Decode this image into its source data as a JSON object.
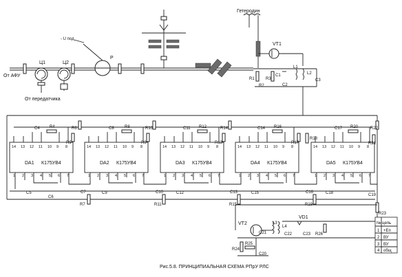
{
  "caption": "Рис.5.8. ПРИНЦИПИАЛЬНАЯ СХЕМА РПрУ РЛС",
  "labels": {
    "from_antenna": "От АФУ",
    "from_transmitter": "От передатчика",
    "supply_label": "- U под",
    "heterodyne": "Гетеродин",
    "u1": "Ц1",
    "u2": "Ц2",
    "p": "Р",
    "vt1": "VT1",
    "vt2": "VT2",
    "vd1": "VD1",
    "l1": "L1",
    "l2": "L2",
    "l3": "L3",
    "l4": "L4"
  },
  "chips": [
    {
      "name": "DA1",
      "type": "К175УВ4",
      "pins_top": [
        "14",
        "13",
        "12",
        "11",
        "10",
        "9",
        "8"
      ],
      "pins_bottom": [
        "1",
        "2",
        "3",
        "4",
        "5",
        "6",
        "7"
      ]
    },
    {
      "name": "DA2",
      "type": "К175УВ4",
      "pins_top": [
        "14",
        "13",
        "12",
        "11",
        "10",
        "9",
        "8"
      ],
      "pins_bottom": [
        "1",
        "2",
        "3",
        "4",
        "5",
        "6",
        "7"
      ]
    },
    {
      "name": "DA3",
      "type": "К175УВ4",
      "pins_top": [
        "14",
        "13",
        "12",
        "11",
        "10",
        "9",
        "8"
      ],
      "pins_bottom": [
        "1",
        "2",
        "3",
        "4",
        "5",
        "6",
        "7"
      ]
    },
    {
      "name": "DA4",
      "type": "К175УВ4",
      "pins_top": [
        "14",
        "13",
        "12",
        "11",
        "10",
        "9",
        "8"
      ],
      "pins_bottom": [
        "1",
        "2",
        "3",
        "4",
        "5",
        "6",
        "7"
      ]
    },
    {
      "name": "DA5",
      "type": "К175УВ4",
      "pins_top": [
        "14",
        "13",
        "12",
        "11",
        "10",
        "9",
        "8"
      ],
      "pins_bottom": [
        "1",
        "2",
        "3",
        "4",
        "5",
        "6",
        "7"
      ]
    }
  ],
  "components": {
    "r1": "R1",
    "r2": "R2",
    "r3": "R3",
    "c1": "C1",
    "c2": "C2",
    "c3": "C3",
    "c4": "C4",
    "r4": "R4",
    "r5": "R5",
    "r6": "R6",
    "c5": "C5",
    "c6": "C6",
    "c7": "C7",
    "r7": "R7",
    "c8": "C8",
    "r8": "R8",
    "r9": "R9",
    "r10": "R10",
    "c9": "C9",
    "c10": "C10",
    "r11": "R11",
    "c11": "C11",
    "r12": "R12",
    "r13": "R13",
    "r14": "R14",
    "c12": "C12",
    "c13": "C13",
    "c14": "C14",
    "r16": "R16",
    "r17": "R17",
    "c15": "C15",
    "c16": "C16",
    "r15": "R15",
    "r18": "R18",
    "r19": "R19",
    "c17": "C17",
    "r20": "R20",
    "r21": "R21",
    "r22": "R22",
    "c18": "C18",
    "c19": "C19",
    "r23": "R23",
    "r24": "R24",
    "r25": "R25",
    "r26": "R26",
    "c20": "C20",
    "c21": "C21",
    "c22": "C22",
    "c23": "C23"
  },
  "connector_table": {
    "header": "№ цепь",
    "rows": [
      {
        "n": "1",
        "name": "+Еп"
      },
      {
        "n": "2",
        "name": "ВУ"
      },
      {
        "n": "3",
        "name": "ВУ"
      },
      {
        "n": "4",
        "name": "общ"
      }
    ]
  }
}
